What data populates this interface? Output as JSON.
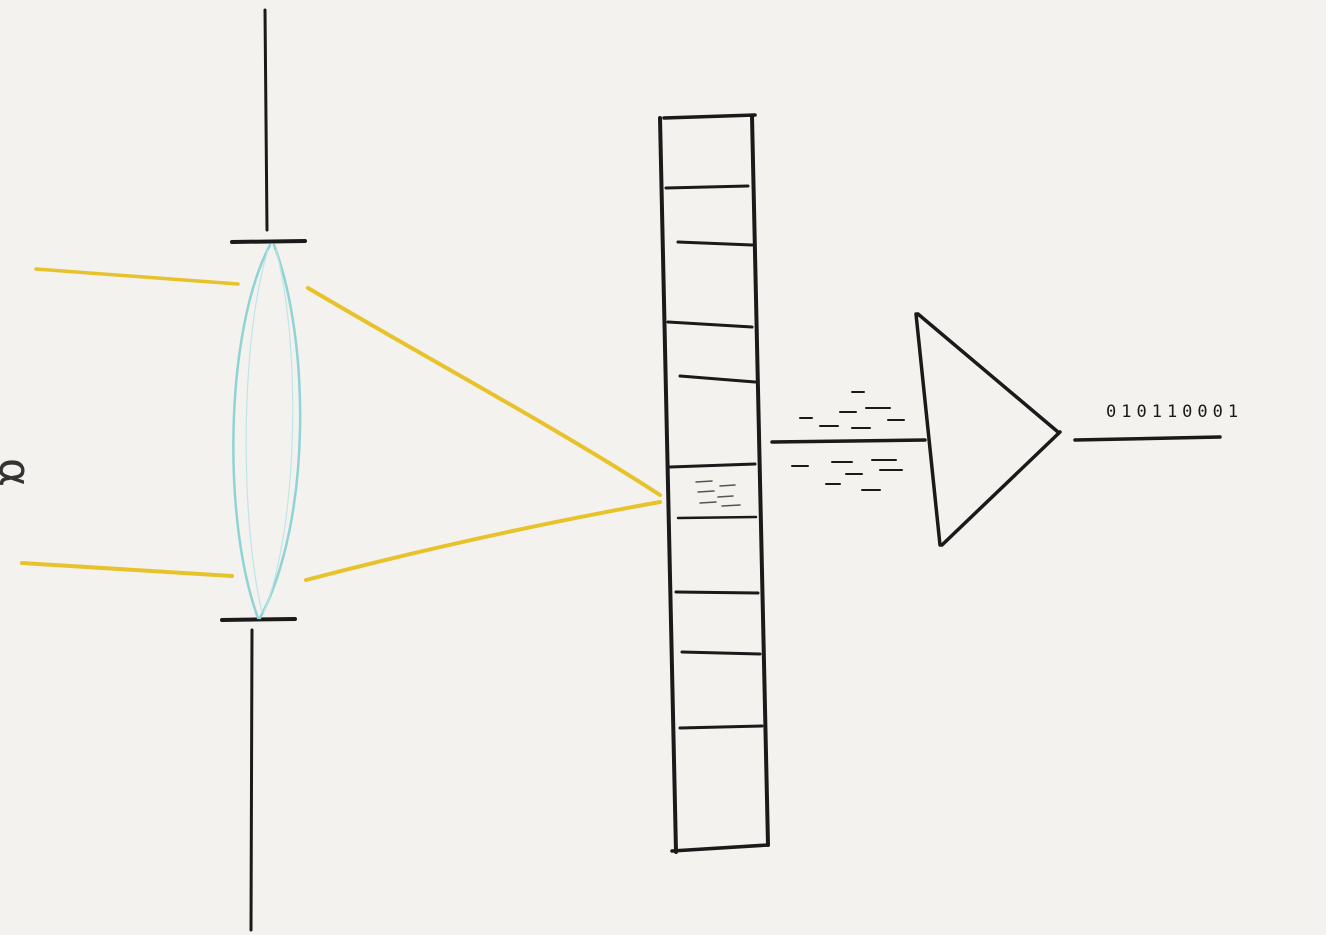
{
  "diagram": {
    "output_bits": "010110001",
    "edge_glyph": "α",
    "colors": {
      "background": "#f3f2ef",
      "ink": "#1a1a1a",
      "light_ray": "#e8c22a",
      "lens": "#8fd3d6"
    },
    "components": [
      {
        "name": "aperture-stop",
        "icon": "aperture-line"
      },
      {
        "name": "lens",
        "icon": "biconvex-lens"
      },
      {
        "name": "light-rays",
        "icon": "yellow-rays"
      },
      {
        "name": "sensor-array",
        "icon": "pixel-column"
      },
      {
        "name": "signal-lines",
        "icon": "dashed-signal"
      },
      {
        "name": "amplifier",
        "icon": "triangle-amplifier"
      },
      {
        "name": "digital-output",
        "icon": "output-line"
      }
    ]
  }
}
